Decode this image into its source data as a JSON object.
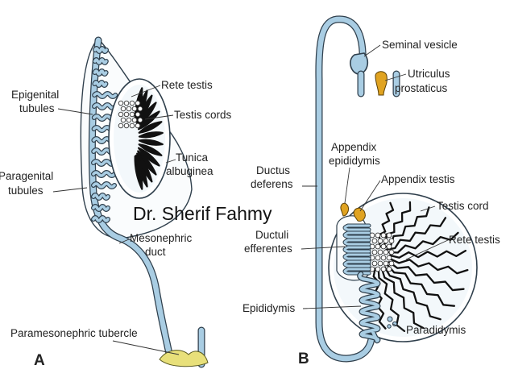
{
  "colors": {
    "duct": "#a9cde3",
    "duct_outline": "#2f3f4c",
    "capsule": "#f3f8fb",
    "cord": "#111111",
    "utriculus": "#e0a321",
    "appendix": "#e0a321",
    "tubercle": "#e8e07a",
    "leader": "#333333"
  },
  "watermark": "Dr. Sherif Fahmy",
  "panel_a": {
    "letter": "A",
    "labels": {
      "epigenital_1": "Epigenital",
      "epigenital_2": "tubules",
      "paragenital_1": "Paragenital",
      "paragenital_2": "tubules",
      "rete_testis": "Rete testis",
      "testis_cords": "Testis cords",
      "tunica_1": "Tunica",
      "tunica_2": "albuginea",
      "mesonephric_1": "Mesonephric",
      "mesonephric_2": "duct",
      "paramesonephric": "Paramesonephric tubercle"
    }
  },
  "panel_b": {
    "letter": "B",
    "labels": {
      "seminal_vesicle": "Seminal vesicle",
      "utriculus_1": "Utriculus",
      "utriculus_2": "prostaticus",
      "appendix_epi_1": "Appendix",
      "appendix_epi_2": "epididymis",
      "ductus_1": "Ductus",
      "ductus_2": "deferens",
      "appendix_testis": "Appendix testis",
      "testis_cord": "Testis cord",
      "ductuli_1": "Ductuli",
      "ductuli_2": "efferentes",
      "rete_testis": "Rete testis",
      "epididymis": "Epididymis",
      "paradidymis": "Paradidymis"
    }
  }
}
